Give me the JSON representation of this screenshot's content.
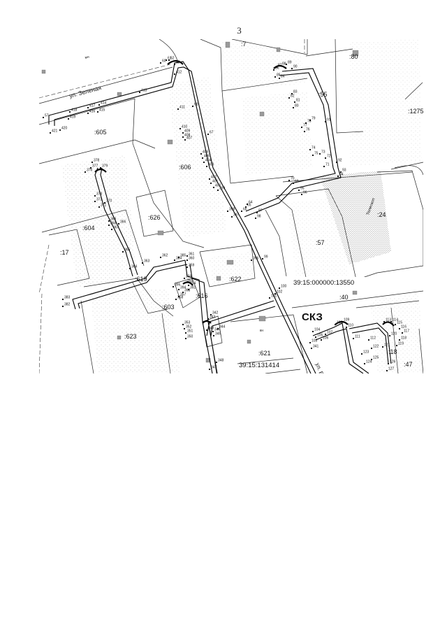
{
  "page_number": "3",
  "streets": {
    "zelenaya": "ул. Зеленая",
    "partial": "ул. Бар"
  },
  "parcels": [
    {
      "id": "p7",
      "label": ":7"
    },
    {
      "id": "p80",
      "label": ":80"
    },
    {
      "id": "p55",
      "label": ":55"
    },
    {
      "id": "p1275",
      "label": ":1275"
    },
    {
      "id": "p605",
      "label": ":605"
    },
    {
      "id": "p606",
      "label": ":606"
    },
    {
      "id": "p626",
      "label": ":626"
    },
    {
      "id": "p604",
      "label": ":604"
    },
    {
      "id": "p17",
      "label": ":17"
    },
    {
      "id": "p24",
      "label": ":24"
    },
    {
      "id": "p57",
      "label": ":57"
    },
    {
      "id": "p619",
      "label": ":619"
    },
    {
      "id": "p622",
      "label": ":622"
    },
    {
      "id": "p616",
      "label": ":616"
    },
    {
      "id": "p603",
      "label": ":603"
    },
    {
      "id": "p623",
      "label": ":623"
    },
    {
      "id": "p40",
      "label": ":40"
    },
    {
      "id": "p621",
      "label": ":621"
    },
    {
      "id": "p18",
      "label": ":18"
    },
    {
      "id": "p47",
      "label": ":47"
    }
  ],
  "cadastral": {
    "quarter_1": "39:15:000000:13550",
    "quarter_2": "39:15:131414"
  },
  "sk_label": "СКЗ",
  "small_labels": {
    "mn": "мн",
    "kn": "кн",
    "tereskop": "Телескоп"
  },
  "point_labels": [
    {
      "id": "a1",
      "text": "57"
    },
    {
      "id": "a2",
      "text": "421"
    },
    {
      "id": "a3",
      "text": "420"
    },
    {
      "id": "a4",
      "text": "419"
    },
    {
      "id": "a5",
      "text": "418"
    },
    {
      "id": "a6",
      "text": "417"
    },
    {
      "id": "a7",
      "text": "416"
    },
    {
      "id": "a8",
      "text": "415"
    },
    {
      "id": "a9",
      "text": "414"
    },
    {
      "id": "a10",
      "text": "413"
    },
    {
      "id": "a11",
      "text": "412"
    },
    {
      "id": "a12",
      "text": "411"
    },
    {
      "id": "a13",
      "text": "410"
    },
    {
      "id": "a14",
      "text": "409"
    },
    {
      "id": "a15",
      "text": "408"
    },
    {
      "id": "a16",
      "text": "407"
    },
    {
      "id": "a17",
      "text": "406"
    },
    {
      "id": "a18",
      "text": "405"
    },
    {
      "id": "a19",
      "text": "404"
    },
    {
      "id": "a20",
      "text": "403"
    },
    {
      "id": "a21",
      "text": "402"
    },
    {
      "id": "a22",
      "text": "401"
    },
    {
      "id": "a23",
      "text": "400"
    },
    {
      "id": "a24",
      "text": "399"
    },
    {
      "id": "a25",
      "text": "398"
    },
    {
      "id": "a26",
      "text": "397"
    },
    {
      "id": "a27",
      "text": "396"
    },
    {
      "id": "a28",
      "text": "395"
    },
    {
      "id": "a29",
      "text": "394"
    },
    {
      "id": "a30",
      "text": "393"
    },
    {
      "id": "a31",
      "text": "392"
    },
    {
      "id": "a32",
      "text": "385"
    },
    {
      "id": "a33",
      "text": "384"
    },
    {
      "id": "a34",
      "text": "383"
    },
    {
      "id": "a35",
      "text": "382"
    },
    {
      "id": "a36",
      "text": "376"
    },
    {
      "id": "a37",
      "text": "377"
    },
    {
      "id": "a38",
      "text": "378"
    },
    {
      "id": "a39",
      "text": "379"
    },
    {
      "id": "a40",
      "text": "373"
    },
    {
      "id": "a41",
      "text": "372"
    },
    {
      "id": "a42",
      "text": "371"
    },
    {
      "id": "a43",
      "text": "370"
    },
    {
      "id": "a44",
      "text": "369"
    },
    {
      "id": "a45",
      "text": "368"
    },
    {
      "id": "a46",
      "text": "367"
    },
    {
      "id": "a47",
      "text": "366"
    },
    {
      "id": "a48",
      "text": "365"
    },
    {
      "id": "a49",
      "text": "364"
    },
    {
      "id": "a50",
      "text": "363"
    },
    {
      "id": "a51",
      "text": "362"
    },
    {
      "id": "a52",
      "text": "361"
    },
    {
      "id": "a53",
      "text": "360"
    },
    {
      "id": "a54",
      "text": "359"
    },
    {
      "id": "a55",
      "text": "358"
    },
    {
      "id": "a56",
      "text": "357"
    },
    {
      "id": "a57",
      "text": "356"
    },
    {
      "id": "a58",
      "text": "355"
    },
    {
      "id": "a59",
      "text": "354"
    },
    {
      "id": "a60",
      "text": "353"
    },
    {
      "id": "a61",
      "text": "352"
    },
    {
      "id": "a62",
      "text": "351"
    },
    {
      "id": "a63",
      "text": "350"
    },
    {
      "id": "a64",
      "text": "349"
    },
    {
      "id": "a65",
      "text": "348"
    },
    {
      "id": "a66",
      "text": "347"
    },
    {
      "id": "a67",
      "text": "346"
    },
    {
      "id": "a68",
      "text": "345"
    },
    {
      "id": "a69",
      "text": "344"
    },
    {
      "id": "a70",
      "text": "343"
    },
    {
      "id": "a71",
      "text": "342"
    },
    {
      "id": "a72",
      "text": "341"
    },
    {
      "id": "a73",
      "text": "60"
    },
    {
      "id": "a74",
      "text": "61"
    },
    {
      "id": "a75",
      "text": "62"
    },
    {
      "id": "a76",
      "text": "63"
    },
    {
      "id": "a77",
      "text": "68"
    },
    {
      "id": "a78",
      "text": "67"
    },
    {
      "id": "a79",
      "text": "66"
    },
    {
      "id": "a80",
      "text": "65"
    },
    {
      "id": "a81",
      "text": "64"
    },
    {
      "id": "a82",
      "text": "69"
    },
    {
      "id": "a83",
      "text": "70"
    },
    {
      "id": "a84",
      "text": "71"
    },
    {
      "id": "a85",
      "text": "72"
    },
    {
      "id": "a86",
      "text": "73"
    },
    {
      "id": "a87",
      "text": "74"
    },
    {
      "id": "a88",
      "text": "75"
    },
    {
      "id": "a89",
      "text": "76"
    },
    {
      "id": "a90",
      "text": "77"
    },
    {
      "id": "a91",
      "text": "78"
    },
    {
      "id": "a92",
      "text": "79"
    },
    {
      "id": "a93",
      "text": "80"
    },
    {
      "id": "a94",
      "text": "81"
    },
    {
      "id": "a95",
      "text": "82"
    },
    {
      "id": "a96",
      "text": "83"
    },
    {
      "id": "a97",
      "text": "84"
    },
    {
      "id": "a98",
      "text": "85"
    },
    {
      "id": "a99",
      "text": "86"
    },
    {
      "id": "a100",
      "text": "87"
    },
    {
      "id": "a101",
      "text": "88"
    },
    {
      "id": "a102",
      "text": "89"
    },
    {
      "id": "a103",
      "text": "90"
    },
    {
      "id": "a104",
      "text": "91"
    },
    {
      "id": "a105",
      "text": "92"
    },
    {
      "id": "a106",
      "text": "93"
    },
    {
      "id": "a107",
      "text": "94"
    },
    {
      "id": "a108",
      "text": "95"
    },
    {
      "id": "a109",
      "text": "96"
    },
    {
      "id": "a110",
      "text": "97"
    },
    {
      "id": "a111",
      "text": "98"
    },
    {
      "id": "a112",
      "text": "99"
    },
    {
      "id": "a113",
      "text": "100"
    },
    {
      "id": "a114",
      "text": "101"
    },
    {
      "id": "a115",
      "text": "102"
    },
    {
      "id": "a116",
      "text": "103"
    },
    {
      "id": "a117",
      "text": "104"
    },
    {
      "id": "a118",
      "text": "105"
    },
    {
      "id": "a119",
      "text": "106"
    },
    {
      "id": "a120",
      "text": "107"
    },
    {
      "id": "a121",
      "text": "108"
    },
    {
      "id": "a122",
      "text": "109"
    },
    {
      "id": "a123",
      "text": "110"
    },
    {
      "id": "a124",
      "text": "111"
    },
    {
      "id": "a125",
      "text": "112"
    },
    {
      "id": "a126",
      "text": "113"
    },
    {
      "id": "a127",
      "text": "114"
    },
    {
      "id": "a128",
      "text": "115"
    },
    {
      "id": "a129",
      "text": "116"
    },
    {
      "id": "a130",
      "text": "117"
    },
    {
      "id": "a131",
      "text": "118"
    },
    {
      "id": "a132",
      "text": "119"
    },
    {
      "id": "a133",
      "text": "120"
    },
    {
      "id": "a134",
      "text": "121"
    },
    {
      "id": "a135",
      "text": "122"
    },
    {
      "id": "a136",
      "text": "123"
    },
    {
      "id": "a137",
      "text": "124"
    },
    {
      "id": "a138",
      "text": "125"
    },
    {
      "id": "a139",
      "text": "126"
    },
    {
      "id": "a140",
      "text": "127"
    }
  ]
}
